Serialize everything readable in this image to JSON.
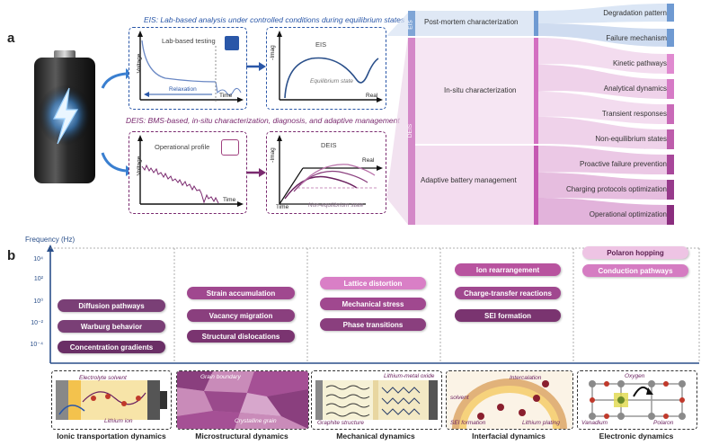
{
  "panel_a": {
    "label": "a",
    "eis_banner": "EIS: Lab-based analysis under controlled conditions during equilibrium states",
    "deis_banner": "DEIS: BMS-based, in-situ characterization, diagnosis, and adaptive management",
    "lab_box": {
      "title": "Lab-based testing",
      "ylabel": "Voltage",
      "xlabel": "Time",
      "relaxation": "Relaxation"
    },
    "eis_box": {
      "title": "EIS",
      "ylabel": "-Imag",
      "xlabel": "Real",
      "state": "Equilibrium state"
    },
    "op_box": {
      "title": "Operational profile",
      "ylabel": "Voltage",
      "xlabel": "Time"
    },
    "deis_box": {
      "title": "DEIS",
      "ylabel": "-Imag",
      "xlabel": "Time",
      "xlabel2": "Real",
      "state": "Non-equilibrium state"
    },
    "sankey": {
      "eis_tag": "EIS",
      "deis_tag": "DEIS",
      "left": [
        "Post-mortem characterization",
        "In-situ characterization",
        "Adaptive battery management"
      ],
      "right": [
        "Degradation pattern",
        "Failure mechanism",
        "Kinetic pathways",
        "Analytical dynamics",
        "Transient responses",
        "Non-equilibrium states",
        "Proactive failure prevention",
        "Charging protocols optimization",
        "Operational optimization"
      ]
    }
  },
  "panel_b": {
    "label": "b",
    "ylabel": "Frequency (Hz)",
    "yticks": [
      "10⁴",
      "10²",
      "10⁰",
      "10⁻²",
      "10⁻⁴"
    ],
    "columns": [
      {
        "pills": [
          "Diffusion pathways",
          "Warburg behavior",
          "Concentration gradients"
        ],
        "category": "Ionic transportation dynamics",
        "inset": {
          "top": "Electrolyte solvent",
          "bottom": "Lithium ion"
        }
      },
      {
        "pills": [
          "Strain accumulation",
          "Vacancy migration",
          "Structural dislocations"
        ],
        "category": "Microstructural dynamics",
        "inset": {
          "top": "Grain boundary",
          "bottom": "Crystalline grain"
        }
      },
      {
        "pills": [
          "Lattice distortion",
          "Mechanical stress",
          "Phase transitions"
        ],
        "category": "Mechanical dynamics",
        "inset": {
          "top": "Lithium-metal oxide",
          "bottom": "Graphite structure"
        }
      },
      {
        "pills": [
          "Ion rearrangement",
          "Charge-transfer reactions",
          "SEI formation"
        ],
        "category": "Interfacial dynamics",
        "inset": {
          "top": "Intercalation",
          "left": "solvent",
          "bottom_left": "SEI formation",
          "bottom_right": "Lithium plating"
        }
      },
      {
        "pills": [
          "Polaron hopping",
          "Conduction pathways"
        ],
        "category": "Electronic dynamics",
        "inset": {
          "top": "Oxygen",
          "bottom_left": "Vanadium",
          "bottom_right": "Polaron"
        }
      }
    ]
  }
}
